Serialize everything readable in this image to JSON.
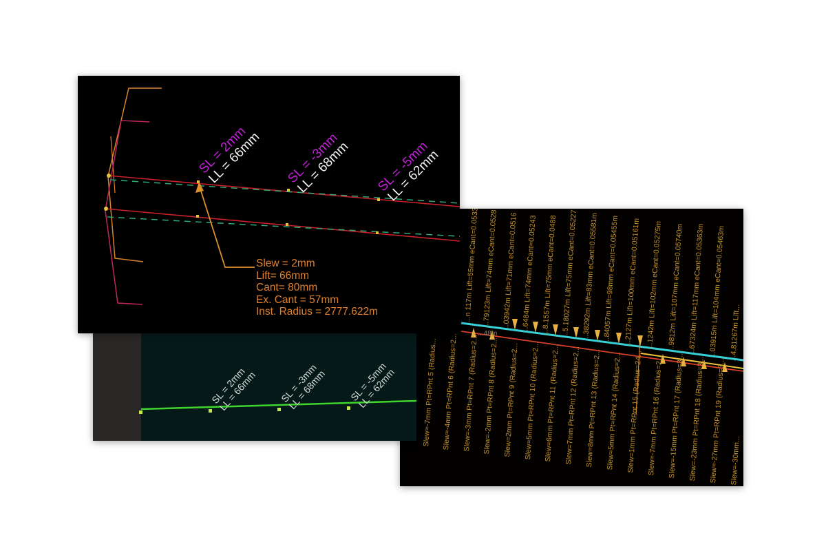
{
  "top_panel": {
    "annotations": [
      {
        "sl": "SL = 2mm",
        "ll": "LL = 66mm"
      },
      {
        "sl": "SL = -3mm",
        "ll": "LL = 68mm"
      },
      {
        "sl": "SL = -5mm",
        "ll": "LL = 62mm"
      }
    ],
    "info_box": {
      "slew": "Slew = 2mm",
      "lift": "Lift= 66mm",
      "cant": "Cant= 80mm",
      "ex_cant": "Ex. Cant = 57mm",
      "inst_radius": "Inst. Radius = 2777.622m"
    },
    "colors": {
      "background": "#000000",
      "sl_label": "#c21fd6",
      "ll_label": "#f2f2f2",
      "info_text": "#e0802c",
      "rail_red": "#c8202a",
      "design_dashed": "#2fa877",
      "bracket_orange": "#d8842e",
      "bracket_pink": "#c2265e",
      "point_yellow": "#e8c43a"
    }
  },
  "bottom_panel": {
    "annotations": [
      {
        "sl": "SL = 2mm",
        "ll": "LL = 66mm"
      },
      {
        "sl": "SL = -3mm",
        "ll": "LL = 68mm"
      },
      {
        "sl": "SL = -5mm",
        "ll": "LL = 62mm"
      }
    ],
    "colors": {
      "background": "#051a18",
      "side_strip": "#2a2727",
      "line_green": "#3ed52c",
      "text": "#d9dedc"
    }
  },
  "right_panel": {
    "upper_labels": [
      "...n 117m Lift=55mm eCant=0.0533",
      "...79123m Lift=74mm eCant=0.0528",
      "...03942m Lift=71mm eCant=0.0516",
      "...6484m Lift=74mm eCant=0.05243",
      "...8.1557m Lift=75mm eCant=0.0488",
      "...5.18027m Lift=75mm eCant=0.05227",
      "...38292m Lift=83mm eCant=0.05581m",
      "...84057m Lift=98mm eCant=0.05455m",
      "...2127m Lift=100mm eCant=0.05161m",
      "...1242m Lift=102mm eCant=0.05275m",
      "...9812m Lift=107mm eCant=0.05740m",
      "...67324m Lift=117mm eCant=0.05363m",
      "...03915m Lift=104mm eCant=0.05463m",
      "...4.81267m Lift..."
    ],
    "lower_labels": [
      "Slew=-7mm Pt=RPnt 5 (Radius...",
      "Slew=-4mm Pt=RPnt 6 (Radius=2...",
      "Slew=-3mm Pt=RPnt 7 (Radius=2...",
      "Slew=-2mm Pt=RPnt 8 (Radius=2...",
      "Slew=2mm Pt=RPnt 9 (Radius=2...",
      "Slew=5mm Pt=RPnt 10 (Radius=2...",
      "Slew=6mm Pt=RPnt 11 (Radius=2...",
      "Slew=7mm Pt=RPnt 12 (Radius=2...",
      "Slew=8mm Pt=RPnt 13 (Radius=2...",
      "Slew=5mm Pt=RPnt 14 (Radius=2...",
      "Slew=1mm Pt=RPnt 15 (Radius=24...",
      "Slew=-7mm Pt=RPnt 16 (Radius=2...",
      "Slew=-15mm Pt=RPnt 17 (Radius=3...",
      "Slew=-23mm Pt=RPnt 18 (Radius=3...",
      "Slew=-27mm Pt=RPnt 19 (Radius=3...",
      "Slew=-30mm..."
    ],
    "small_label": "...48m",
    "colors": {
      "background": "#020100",
      "label_text": "#c8942a",
      "line_cyan": "#36d2d8",
      "line_red": "#d8402a",
      "line_yellow": "#e8c43a",
      "marker": "#e8b040"
    }
  }
}
